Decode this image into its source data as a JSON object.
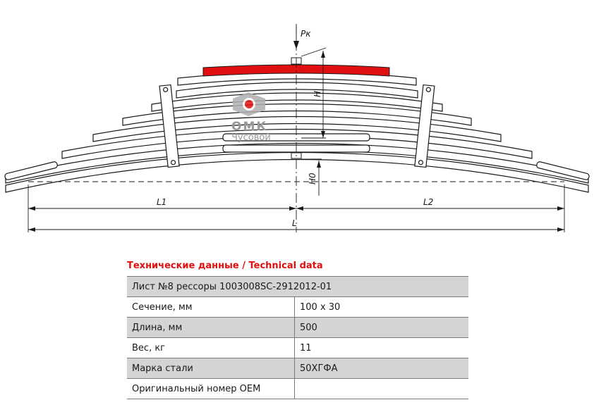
{
  "drawing": {
    "force_label": "Pк",
    "height_label": "H",
    "h0_label": "H0",
    "l1_label": "L1",
    "l2_label": "L2",
    "l_label": "L",
    "highlight_color": "#e01010"
  },
  "logo": {
    "name": "ОМК",
    "subtitle": "Чусовой",
    "icon": "omk-logo-icon"
  },
  "specs": {
    "title": "Технические данные / Technical data",
    "header": "Лист №8 рессоры 1003008SC-2912012-01",
    "rows": [
      {
        "label": "Сечение, мм",
        "value": "100 x 30"
      },
      {
        "label": "Длина, мм",
        "value": "500"
      },
      {
        "label": "Вес, кг",
        "value": "11"
      },
      {
        "label": "Марка стали",
        "value": "50ХГФА"
      },
      {
        "label": "Оригинальный номер OEM",
        "value": ""
      }
    ]
  }
}
